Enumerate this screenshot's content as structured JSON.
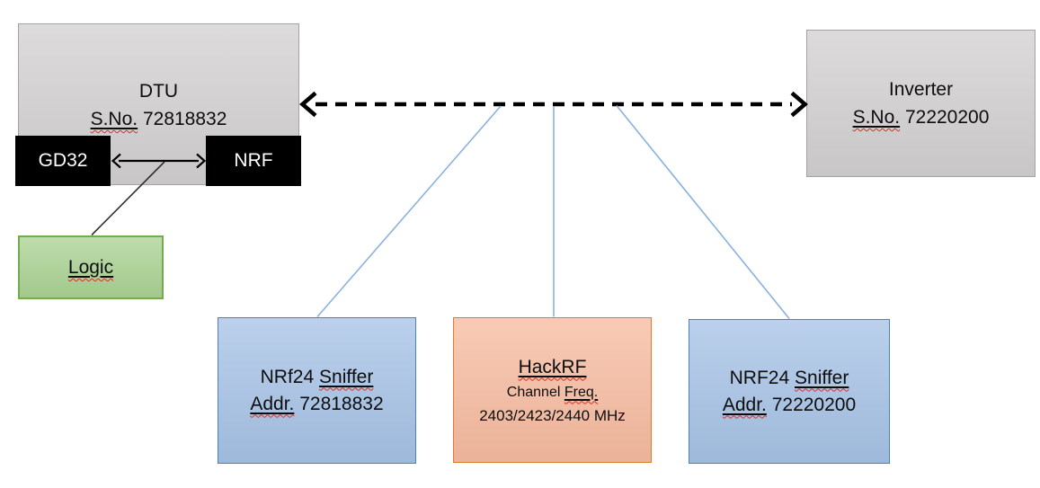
{
  "colors": {
    "box_gray_fill": "#d3d1d1",
    "box_gray_border": "#a3a3a3",
    "chip_black": "#000000",
    "chip_text": "#ffffff",
    "logic_green_fill": "#abd394",
    "logic_green_border": "#74ab4e",
    "sniffer_blue_fill": "#a7c3e6",
    "sniffer_blue_border": "#4a80c4",
    "hackrf_orange_fill": "#f7bca1",
    "hackrf_orange_border": "#e07b2d",
    "connector_blue": "#8ab1dd",
    "arrow_black": "#000000",
    "spellcheck_red": "#d93025",
    "text_black": "#0d0d0d"
  },
  "dtu": {
    "title": "DTU",
    "serial_label": "S.No.",
    "serial_number": "72818832",
    "gd32_label": "GD32",
    "nrf_label": "NRF"
  },
  "logic": {
    "label": "Logic"
  },
  "inverter": {
    "title": "Inverter",
    "serial_label": "S.No.",
    "serial_number": "72220200"
  },
  "sniffer_left": {
    "name_prefix": "NRf24",
    "name_flagged": "Sniffer",
    "addr_label": "Addr.",
    "addr_value": "72818832"
  },
  "hackrf": {
    "title": "HackRF",
    "channel_word": "Channel",
    "freq_word": "Freq.",
    "freq_values": "2403/2423/2440 MHz"
  },
  "sniffer_right": {
    "name_prefix": "NRF24",
    "name_flagged": "Sniffer",
    "addr_label": "Addr.",
    "addr_value": "72220200"
  }
}
